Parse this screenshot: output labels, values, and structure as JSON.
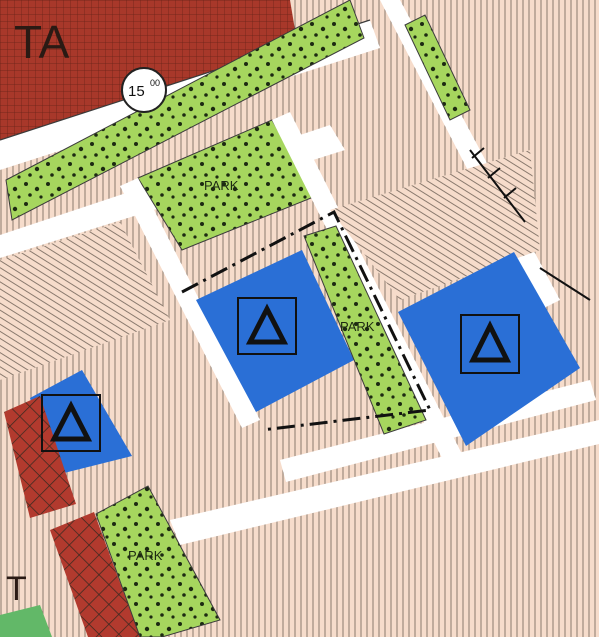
{
  "map": {
    "labels": {
      "top_fragment": "TA",
      "park_north": "PARK",
      "park_center": "PARK",
      "park_south": "PARK",
      "bottom_left_fragment": "T"
    },
    "road_width_marker": {
      "value": "15",
      "superscript": "00"
    },
    "symbols": {
      "public_facility": "triangle-icon"
    },
    "colors": {
      "residential_fill": "#f6dccb",
      "residential_hatch": "#7a6a5e",
      "park_fill": "#a6d65e",
      "park_dot": "#1d2a12",
      "public_facility": "#2a6fd6",
      "commercial": "#b23a2e",
      "road": "#ffffff",
      "road_edge": "#3b3b3b",
      "marker_ring": "#222222"
    }
  }
}
